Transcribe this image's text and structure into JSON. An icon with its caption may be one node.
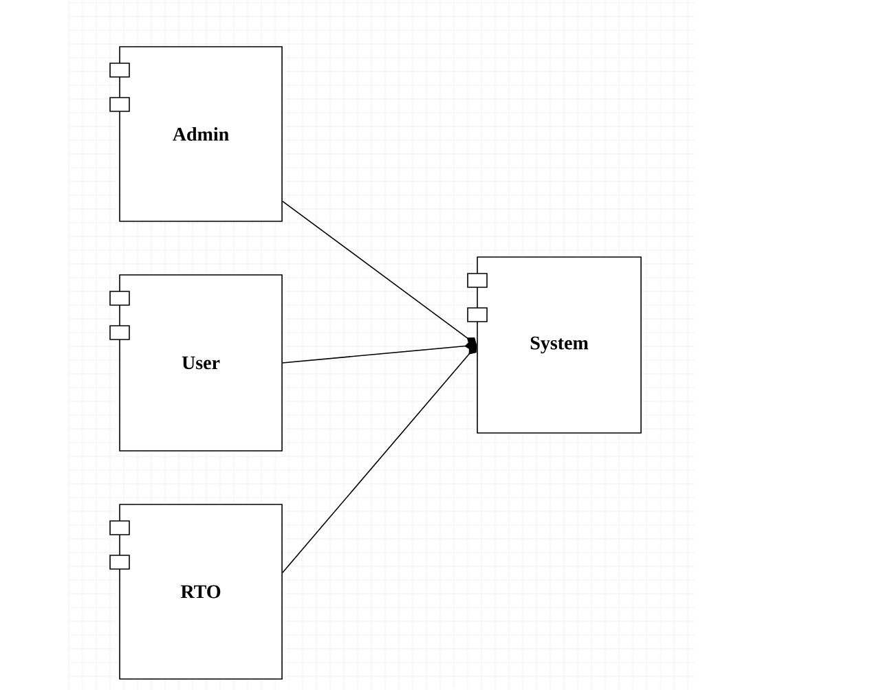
{
  "diagram": {
    "nodes": [
      {
        "text": [
          "Admin"
        ]
      },
      {
        "text": [
          "User"
        ]
      },
      {
        "text": [
          "RTO"
        ]
      },
      {
        "text": [
          "System"
        ]
      }
    ],
    "edges": [
      {
        "from": 0,
        "to": 3,
        "arrow": "other"
      },
      {
        "from": 1,
        "to": 3,
        "arrow": "other"
      },
      {
        "from": 2,
        "to": 3,
        "arrow": "other"
      }
    ]
  }
}
